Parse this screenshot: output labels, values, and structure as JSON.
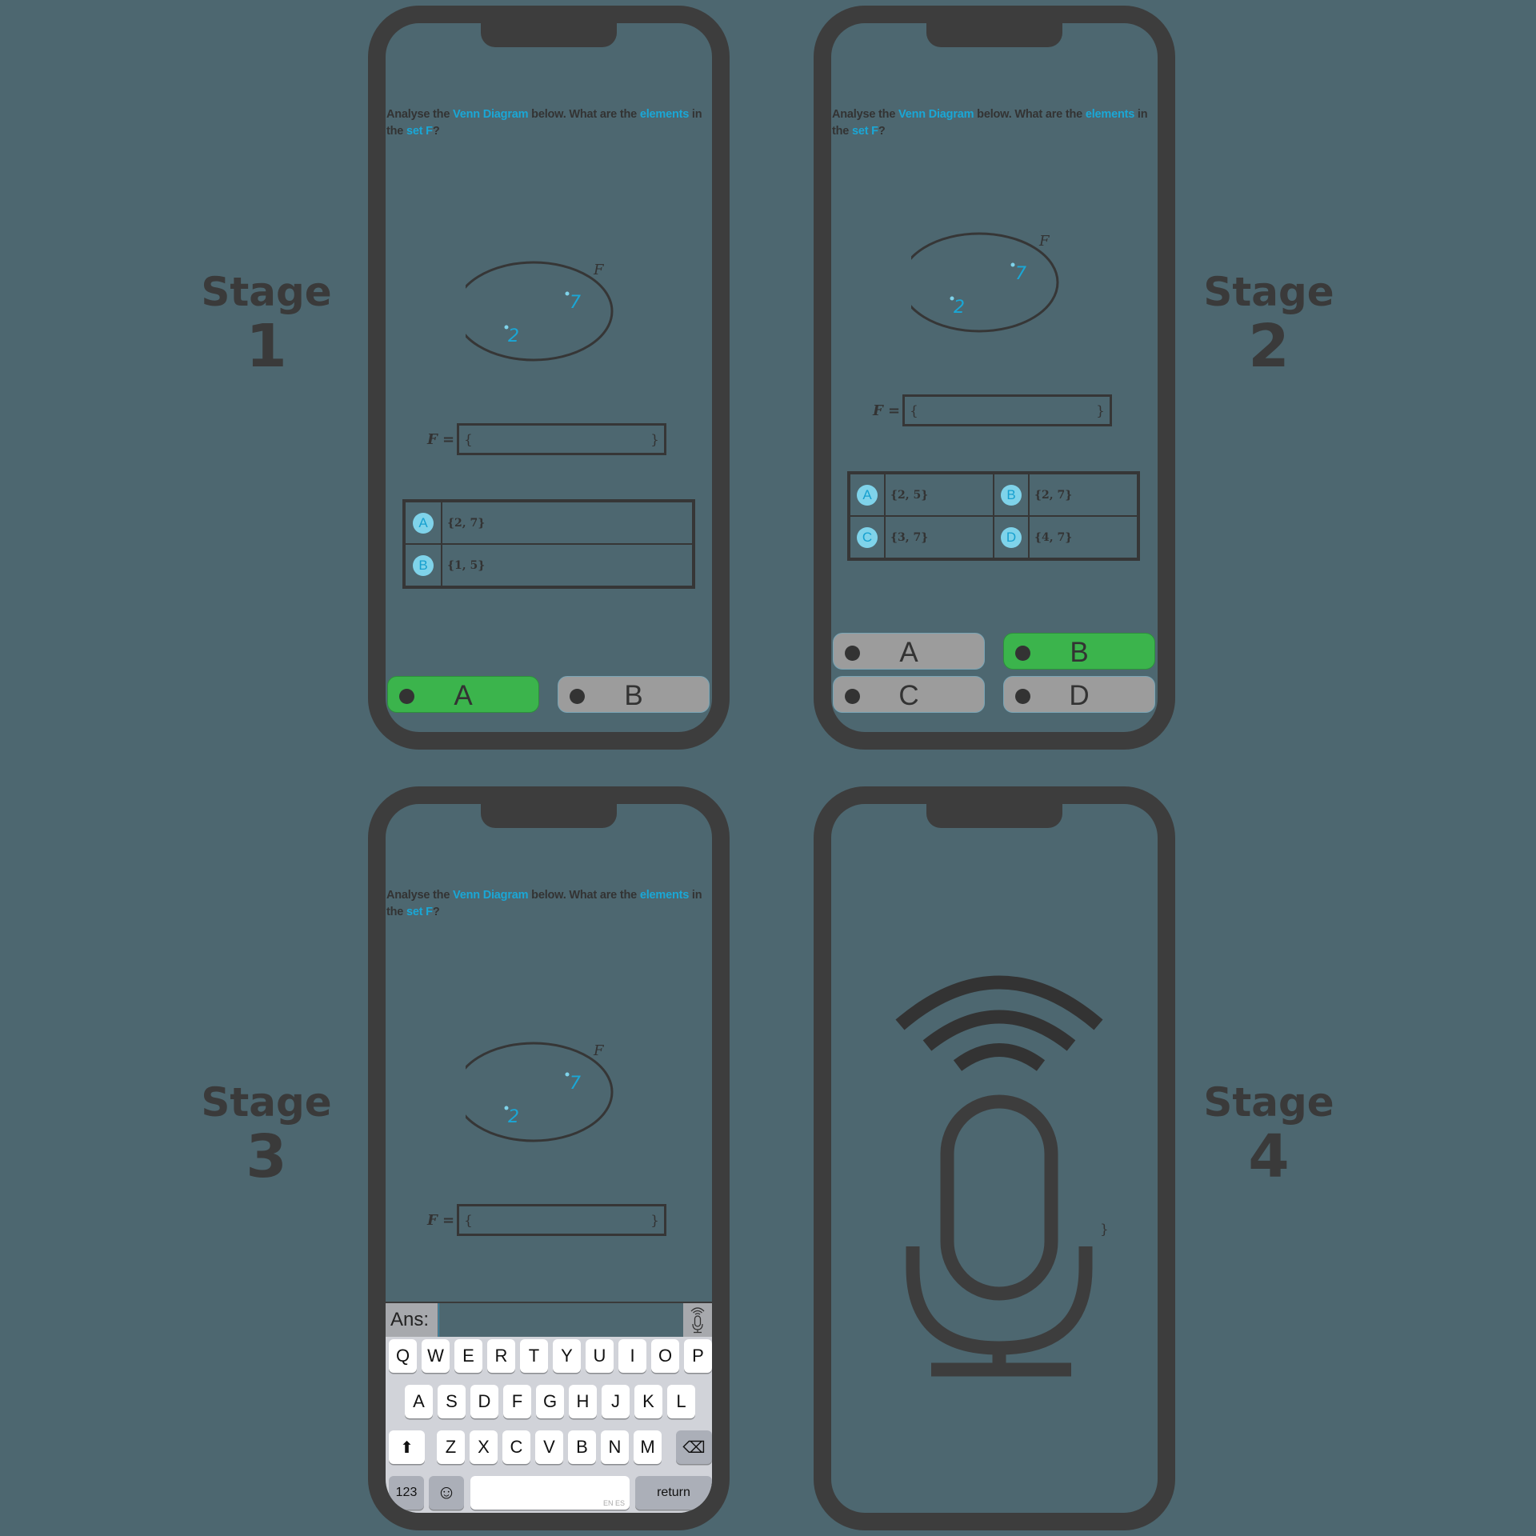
{
  "colors": {
    "background": "#4d6770",
    "frame": "#3d3d3d",
    "highlight": "#1aa7d6",
    "selected": "#3bb44c",
    "unselected": "#9c9c9c",
    "option_circle": "#7fd3ea"
  },
  "stages": [
    {
      "word": "Stage",
      "num": "1"
    },
    {
      "word": "Stage",
      "num": "2"
    },
    {
      "word": "Stage",
      "num": "3"
    },
    {
      "word": "Stage",
      "num": "4"
    }
  ],
  "question": {
    "p1": "Analyse the ",
    "h1": "Venn Diagram",
    "p2": " below. What are the ",
    "h2": "elements",
    "p3": " in the ",
    "h3": "set F",
    "p4": "?"
  },
  "venn": {
    "set_label": "F",
    "elements": [
      "7",
      "2"
    ]
  },
  "fset": {
    "label": "F =",
    "open": "{",
    "close": "}"
  },
  "stage1": {
    "options": [
      {
        "letter": "A",
        "value": "{2, 7}"
      },
      {
        "letter": "B",
        "value": "{1, 5}"
      }
    ],
    "buttons": [
      {
        "label": "A",
        "selected": true
      },
      {
        "label": "B",
        "selected": false
      }
    ]
  },
  "stage2": {
    "options": [
      {
        "letter": "A",
        "value": "{2, 5}"
      },
      {
        "letter": "B",
        "value": "{2, 7}"
      },
      {
        "letter": "C",
        "value": "{3, 7}"
      },
      {
        "letter": "D",
        "value": "{4, 7}"
      }
    ],
    "buttons": [
      {
        "label": "A",
        "selected": false
      },
      {
        "label": "B",
        "selected": true
      },
      {
        "label": "C",
        "selected": false
      },
      {
        "label": "D",
        "selected": false
      }
    ]
  },
  "stage3": {
    "answer_label": "Ans:",
    "answer_value": "",
    "keyboard": {
      "row1": [
        "Q",
        "W",
        "E",
        "R",
        "T",
        "Y",
        "U",
        "I",
        "O",
        "P"
      ],
      "row2": [
        "A",
        "S",
        "D",
        "F",
        "G",
        "H",
        "J",
        "K",
        "L"
      ],
      "row3": [
        "Z",
        "X",
        "C",
        "V",
        "B",
        "N",
        "M"
      ],
      "numbers_key": "123",
      "emoji_key": "☺",
      "space_lang": "EN ES",
      "return_key": "return",
      "shift_key": "⬆",
      "backspace_key": "⌫"
    }
  },
  "stage4": {
    "stray_bracket": "}"
  }
}
